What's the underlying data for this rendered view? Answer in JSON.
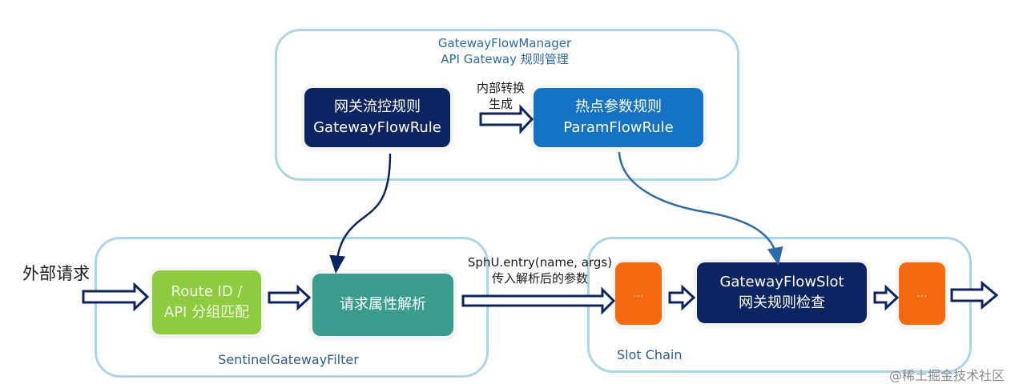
{
  "manager": {
    "title_line1": "GatewayFlowManager",
    "title_line2": "API Gateway 规则管理"
  },
  "gateway_rule": {
    "line1": "网关流控规则",
    "line2": "GatewayFlowRule"
  },
  "param_rule": {
    "line1": "热点参数规则",
    "line2": "ParamFlowRule"
  },
  "convert_label": {
    "line1": "内部转换",
    "line2": "生成"
  },
  "external_request": "外部请求",
  "filter": {
    "label": "SentinelGatewayFilter",
    "route_box": {
      "line1": "Route ID /",
      "line2": "API 分组匹配"
    },
    "parse_box": "请求属性解析"
  },
  "entry_label": {
    "line1": "SphU.entry(name, args)",
    "line2": "传入解析后的参数"
  },
  "slot_chain": {
    "label": "Slot Chain",
    "slot_prev": "...",
    "gateway_slot": {
      "line1": "GatewayFlowSlot",
      "line2": "网关规则检查"
    },
    "slot_next": "..."
  },
  "watermark": "@稀土掘金技术社区",
  "colors": {
    "navy": "#0c2461",
    "blue": "#1473c4",
    "green": "#8ccc3e",
    "teal": "#3a9c8c",
    "orange": "#f56a10",
    "container_border": "#a8d6ea"
  }
}
